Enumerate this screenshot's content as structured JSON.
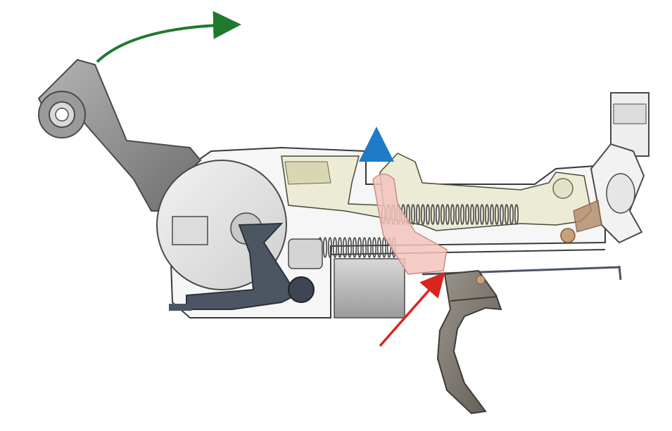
{
  "diagram": {
    "background": "#ffffff",
    "colors": {
      "hammer": "#8f8f8f",
      "hammer_dark": "#5f5f5f",
      "frame_outline": "#3a3a3a",
      "frame_fill": "#f4f4f4",
      "disconnector_disc": "#e2e2e2",
      "sear_bar": "#ecebd6",
      "spring": "#4a4a4a",
      "trigger": "#7e7a72",
      "dark_steel": "#4c5663",
      "pink_sear": "#f3c4bd",
      "bronze": "#b08866",
      "arrow_green": "#1f7a2e",
      "arrow_blue": "#1e7bc8",
      "arrow_red": "#d8261f"
    },
    "parts": [
      {
        "name": "hammer",
        "icon": "hammer-icon"
      },
      {
        "name": "hammer-disc",
        "icon": "cam-disc-icon"
      },
      {
        "name": "sear-bar",
        "icon": "sear-bar-icon"
      },
      {
        "name": "main-spring",
        "icon": "coil-spring-icon"
      },
      {
        "name": "lower-spring",
        "icon": "coil-spring-icon"
      },
      {
        "name": "pink-sear",
        "icon": "sear-icon"
      },
      {
        "name": "trigger",
        "icon": "trigger-icon"
      },
      {
        "name": "rear-block",
        "icon": "receiver-block-icon"
      }
    ],
    "arrows": [
      {
        "name": "hammer-rotation-arrow",
        "color": "#1f7a2e",
        "meaning": "rotation"
      },
      {
        "name": "sear-lift-arrow",
        "color": "#1e7bc8",
        "meaning": "upward"
      },
      {
        "name": "trigger-push-arrow",
        "color": "#d8261f",
        "meaning": "push"
      }
    ]
  }
}
